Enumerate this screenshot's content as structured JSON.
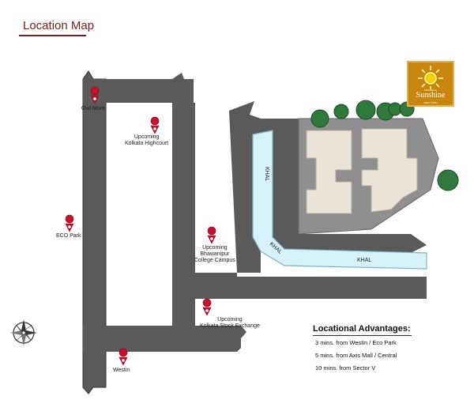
{
  "title": "Location Map",
  "logo": {
    "brand": "Sunshine",
    "tagline_top": "MAGNOLIA",
    "tagline_bottom": "NEW TOWN",
    "bg_color": "#c8860f"
  },
  "landmarks": [
    {
      "id": "owl-more",
      "label": "Owl More"
    },
    {
      "id": "kolkata-highcourt",
      "label": "Upcoming\nKolkata Highcourt"
    },
    {
      "id": "eco-park",
      "label": "ECO Park"
    },
    {
      "id": "bhawanipur-college",
      "label": "Upcoming\nBhawanipur\nCollege Campus"
    },
    {
      "id": "stock-exchange",
      "label": "Upcoming\nKolkata Stock Exchange"
    },
    {
      "id": "westin",
      "label": "Westin"
    }
  ],
  "canal_labels": [
    "KHAL",
    "KHAL",
    "KHAL"
  ],
  "advantages": {
    "title": "Locational Advantages:",
    "items": [
      "3 mins. from Westin / Eco Park",
      "5 mins. from Axis Mall / Central",
      "10 mins. from Sector V"
    ]
  },
  "colors": {
    "road": "#5a5a5a",
    "canal": "#d6f1f7",
    "canal_edge": "#7fb3c4",
    "building": "#e9e4d6",
    "site": "#8f8f8f",
    "pin": "#c8102e",
    "title": "#7a1f1f"
  },
  "icons": [
    "compass-rose-icon",
    "location-pin-icon",
    "tree-icon"
  ]
}
